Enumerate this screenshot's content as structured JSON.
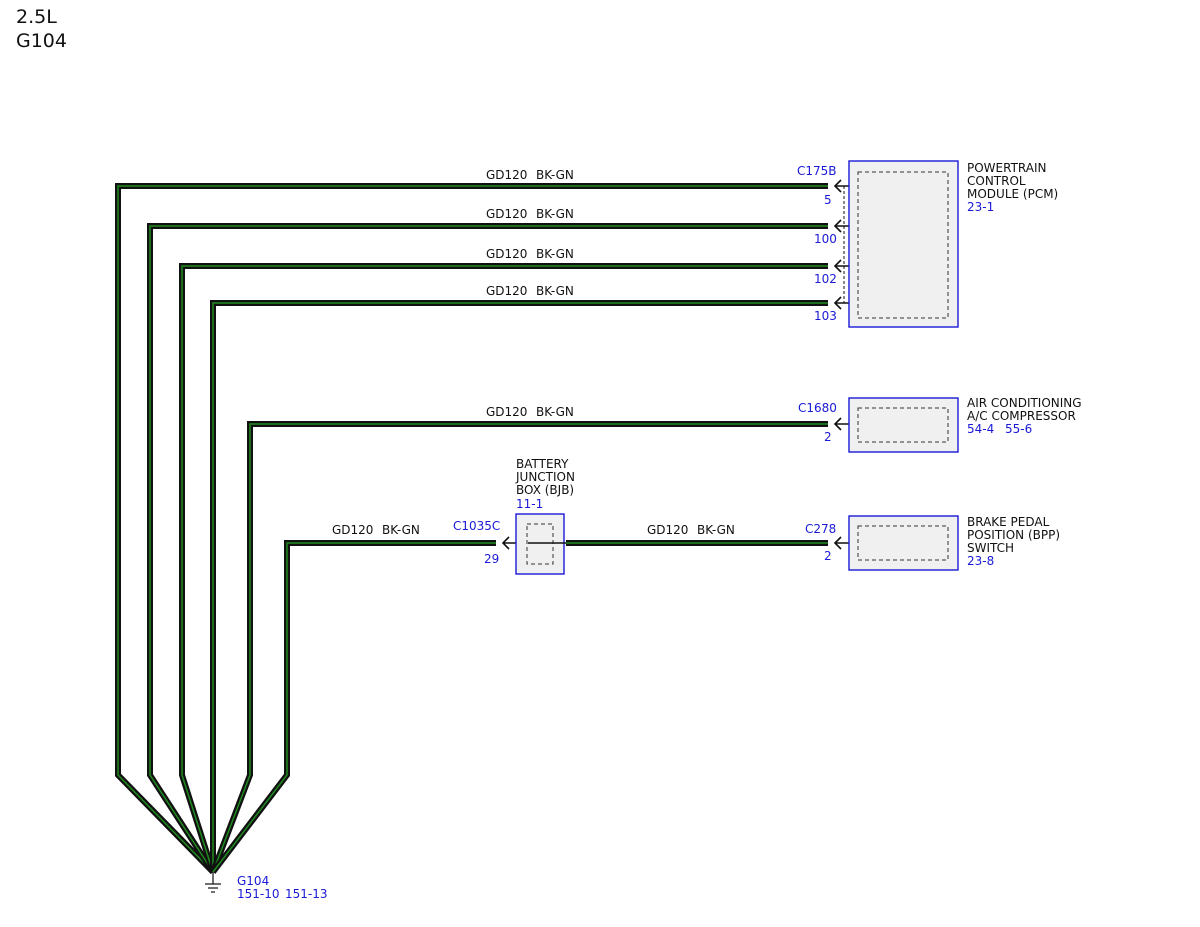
{
  "header": {
    "engine": "2.5L",
    "ground_id": "G104"
  },
  "colors": {
    "wire_outer": "#111111",
    "wire_inner": "#1f8a1f",
    "ref_blue": "#1a1ad6",
    "component_fill": "#f0f0f0",
    "text": "#111111"
  },
  "wires": [
    {
      "circuit": "GD120",
      "color_code": "BK-GN",
      "connector": "C175B",
      "pin": "5"
    },
    {
      "circuit": "GD120",
      "color_code": "BK-GN",
      "pin": "100"
    },
    {
      "circuit": "GD120",
      "color_code": "BK-GN",
      "pin": "102"
    },
    {
      "circuit": "GD120",
      "color_code": "BK-GN",
      "pin": "103"
    },
    {
      "circuit": "GD120",
      "color_code": "BK-GN",
      "connector": "C1680",
      "pin": "2"
    },
    {
      "circuit": "GD120",
      "color_code": "BK-GN",
      "connector": "C1035C",
      "pin": "29"
    },
    {
      "circuit": "GD120",
      "color_code": "BK-GN",
      "connector": "C278",
      "pin": "2"
    }
  ],
  "components": {
    "pcm": {
      "name_lines": [
        "POWERTRAIN",
        "CONTROL",
        "MODULE (PCM)"
      ],
      "refs": [
        "23-1"
      ]
    },
    "ac": {
      "name_lines": [
        "AIR CONDITIONING",
        "A/C COMPRESSOR"
      ],
      "refs": [
        "54-4",
        "55-6"
      ]
    },
    "bpp": {
      "name_lines": [
        "BRAKE PEDAL",
        "POSITION (BPP)",
        "SWITCH"
      ],
      "refs": [
        "23-8"
      ]
    },
    "bjb": {
      "name_lines": [
        "BATTERY",
        "JUNCTION",
        "BOX (BJB)"
      ],
      "refs": [
        "11-1"
      ]
    }
  },
  "ground": {
    "id": "G104",
    "refs": [
      "151-10",
      "151-13"
    ]
  }
}
